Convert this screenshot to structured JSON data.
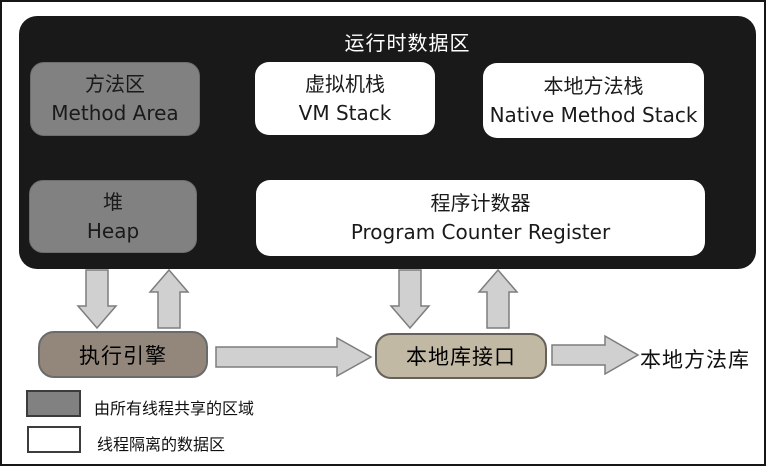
{
  "colors": {
    "container_bg": "#191919",
    "shared_fill": "#818181",
    "isolated_fill": "#ffffff",
    "engine_fill": "#93877b",
    "interface_fill": "#c2b9a4",
    "arrow_fill": "#d0d0d0",
    "arrow_stroke": "#7d7d7d",
    "text_dark": "#1a1a1a",
    "title_color": "#ffffff"
  },
  "runtime_area": {
    "title": "运行时数据区",
    "method_area": {
      "zh": "方法区",
      "en": "Method Area"
    },
    "vm_stack": {
      "zh": "虚拟机栈",
      "en": "VM Stack"
    },
    "native_method_stack": {
      "zh": "本地方法栈",
      "en": "Native Method Stack"
    },
    "heap": {
      "zh": "堆",
      "en": "Heap"
    },
    "program_counter_register": {
      "zh": "程序计数器",
      "en": "Program Counter Register"
    }
  },
  "nodes": {
    "execution_engine": {
      "label": "执行引擎"
    },
    "native_library_interface": {
      "label": "本地库接口"
    },
    "native_method_library": {
      "label": "本地方法库"
    }
  },
  "legend": {
    "shared": {
      "label": "由所有线程共享的区域"
    },
    "isolated": {
      "label": "线程隔离的数据区"
    }
  }
}
